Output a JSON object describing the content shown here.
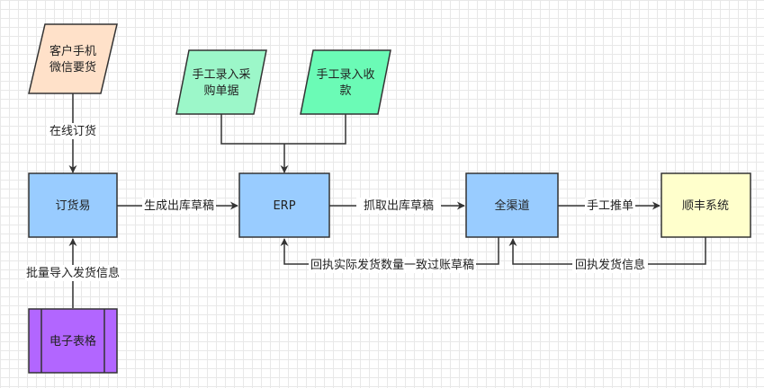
{
  "nodes": {
    "customer_wechat": {
      "lines": [
        "客户手机",
        "微信要货"
      ],
      "fill": "#ffe1c9"
    },
    "manual_purchase": {
      "lines": [
        "手工录入采",
        "购单据"
      ],
      "fill": "#9cf7c9"
    },
    "manual_receipt": {
      "lines": [
        "手工录入收",
        "款"
      ],
      "fill": "#6bfbb6"
    },
    "dinghuoyi": {
      "lines": [
        "订货易"
      ],
      "fill": "#99ccff"
    },
    "erp": {
      "lines": [
        "ERP"
      ],
      "fill": "#99ccff"
    },
    "quanqudao": {
      "lines": [
        "全渠道"
      ],
      "fill": "#99ccff"
    },
    "shunfeng": {
      "lines": [
        "顺丰系统"
      ],
      "fill": "#ffffcc"
    },
    "spreadsheet": {
      "lines": [
        "电子表格"
      ],
      "fill": "#b266ff"
    }
  },
  "edges": {
    "online_order": "在线订货",
    "generate_draft": "生成出库草稿",
    "fetch_draft": "抓取出库草稿",
    "manual_push": "手工推单",
    "return_actual": "回执实际发货数量一致过账草稿",
    "return_info": "回执发货信息",
    "batch_import": "批量导入发货信息"
  }
}
